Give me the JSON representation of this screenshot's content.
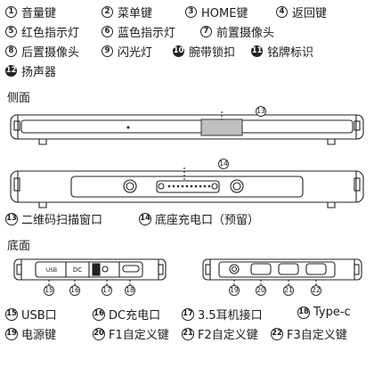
{
  "legend": [
    {
      "num": "1",
      "label": "音量键"
    },
    {
      "num": "2",
      "label": "菜单键"
    },
    {
      "num": "3",
      "label": "HOME键"
    },
    {
      "num": "4",
      "label": "返回键"
    },
    {
      "num": "5",
      "label": "红色指示灯"
    },
    {
      "num": "6",
      "label": "蓝色指示灯"
    },
    {
      "num": "7",
      "label": "前置摄像头"
    },
    {
      "num": "8",
      "label": "后置摄像头"
    },
    {
      "num": "9",
      "label": "闪光灯"
    },
    {
      "num": "10",
      "label": "腕带锁扣"
    },
    {
      "num": "11",
      "label": "铭牌标识"
    },
    {
      "num": "12",
      "label": "扬声器"
    }
  ],
  "sections": {
    "side": "侧面",
    "bottom": "底面"
  },
  "side_markers": {
    "m13": "13",
    "m14": "14"
  },
  "side_captions": [
    {
      "num": "13",
      "label": "二维码扫描窗口"
    },
    {
      "num": "14",
      "label": "底座充电口（预留）"
    }
  ],
  "bottom_left_device": {
    "usb_text": "USB",
    "dc_text": "DC"
  },
  "bottom_markers": [
    "15",
    "16",
    "17",
    "18",
    "19",
    "20",
    "21",
    "22"
  ],
  "bottom_captions_row1": [
    {
      "num": "15",
      "label": "USB口"
    },
    {
      "num": "16",
      "label": "DC充电口"
    },
    {
      "num": "17",
      "label": "3.5耳机接口"
    },
    {
      "num": "18",
      "label": "Type-c"
    }
  ],
  "bottom_captions_row2": [
    {
      "num": "19",
      "label": "电源键"
    },
    {
      "num": "20",
      "label": "F1自定义键"
    },
    {
      "num": "21",
      "label": "F2自定义键"
    },
    {
      "num": "22",
      "label": "F3自定义键"
    }
  ]
}
